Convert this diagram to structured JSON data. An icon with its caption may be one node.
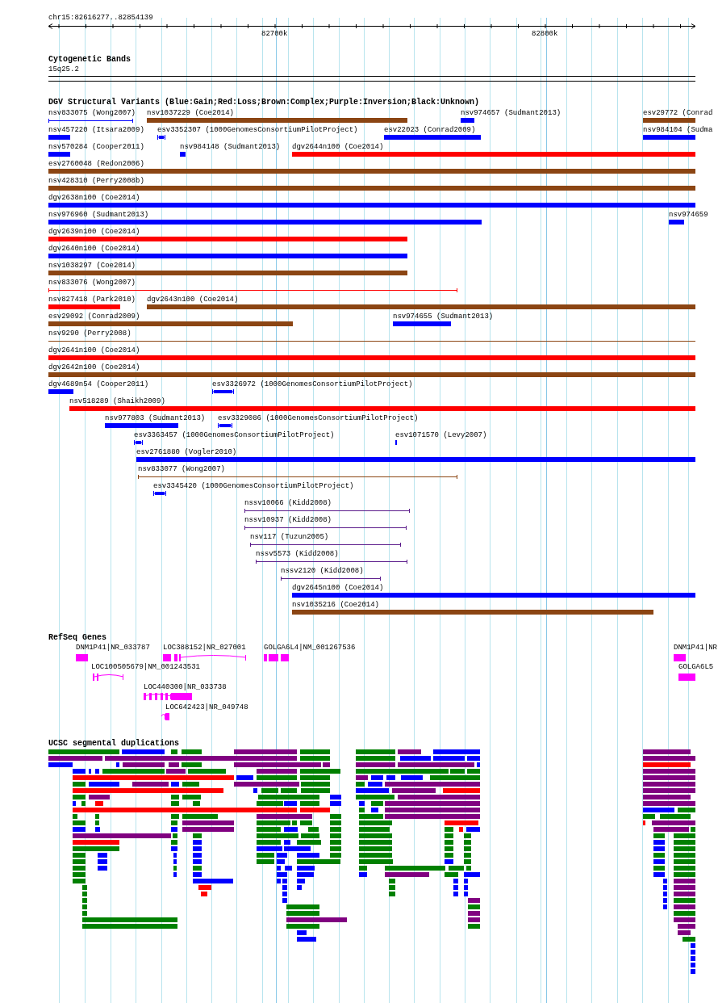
{
  "diagram": {
    "labels": [
      "chr15:82616277..82854139",
      "82700k",
      "82800k",
      "Cytogenetic Bands",
      "15q25.2",
      "DGV Structural Variants (Blue:Gain;Red:Loss;Brown:Complex;Purple:Inversion;Black:Unknown)",
      "nsv833075 (Wong2007)",
      "nsv1037229 (Coe2014)",
      "nsv974657 (Sudmant2013)",
      "esv29772 (Conrad",
      "nsv457220 (Itsara2009)",
      "esv3352307 (1000GenomesConsortiumPilotProject)",
      "esv22023 (Conrad2009)",
      "nsv984104 (Sudma",
      "nsv570284 (Cooper2011)",
      "nsv984148 (Sudmant2013)",
      "dgv2644n100 (Coe2014)",
      "esv2760048 (Redon2006)",
      "nsv428310 (Perry2008b)",
      "dgv2638n100 (Coe2014)",
      "nsv976960 (Sudmant2013)",
      "nsv974659",
      "dgv2639n100 (Coe2014)",
      "dgv2640n100 (Coe2014)",
      "nsv1038297 (Coe2014)",
      "nsv833076 (Wong2007)",
      "nsv827418 (Park2010)",
      "dgv2643n100 (Coe2014)",
      "esv29092 (Conrad2009)",
      "nsv974655 (Sudmant2013)",
      "nsv9290 (Perry2008)",
      "dgv2641n100 (Coe2014)",
      "dgv2642n100 (Coe2014)",
      "dgv4689n54 (Cooper2011)",
      "esv3326972 (1000GenomesConsortiumPilotProject)",
      "nsv518289 (Shaikh2009)",
      "nsv977803 (Sudmant2013)",
      "esv3329086 (1000GenomesConsortiumPilotProject)",
      "esv3363457 (1000GenomesConsortiumPilotProject)",
      "esv1071570 (Levy2007)",
      "esv2761880 (Vogler2010)",
      "nsv833077 (Wong2007)",
      "esv3345420 (1000GenomesConsortiumPilotProject)",
      "nssv10066 (Kidd2008)",
      "nssv10937 (Kidd2008)",
      "nsv117 (Tuzun2005)",
      "nssv5573 (Kidd2008)",
      "nssv2120 (Kidd2008)",
      "dgv2645n100 (Coe2014)",
      "nsv1035216 (Coe2014)",
      "RefSeq Genes",
      "DNM1P41|NR_033787",
      "LOC388152|NR_027001",
      "GOLGA6L4|NM_001267536",
      "DNM1P41|NR",
      "LOC100505679|NM_001243531",
      "GOLGA6L5",
      "LOC440300|NR_033738",
      "LOC642423|NR_049748",
      "UCSC segmental duplications"
    ]
  }
}
